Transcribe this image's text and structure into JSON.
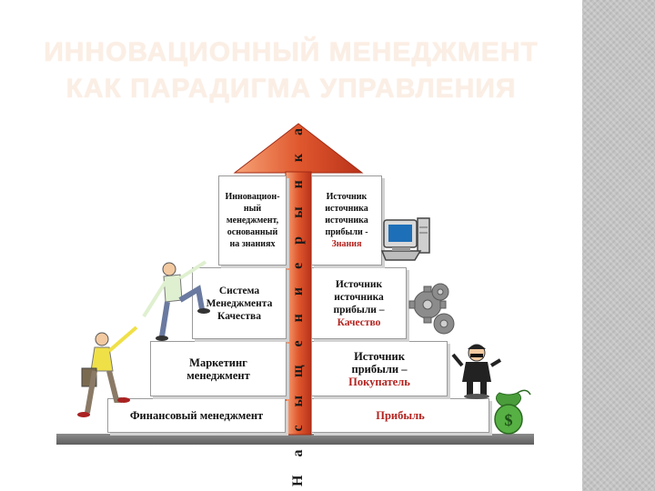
{
  "title": {
    "line1": "ИННОВАЦИОННЫЙ МЕНЕДЖМЕНТ",
    "line2": "КАК ПАРАДИГМА УПРАВЛЕНИЯ"
  },
  "arrow_label": "Н а с ы щ е н и е   р ы н к а",
  "levels": [
    {
      "left": [
        "Финансовый менеджмент"
      ],
      "right": [],
      "right_highlight": "Прибыль"
    },
    {
      "left": [
        "Маркетинг",
        "менеджмент"
      ],
      "right": [
        "Источник",
        "прибыли –"
      ],
      "right_highlight": "Покупатель"
    },
    {
      "left": [
        "Система",
        "Менеджмента",
        "Качества"
      ],
      "right": [
        "Источник",
        "источника",
        "прибыли –"
      ],
      "right_highlight": "Качество"
    },
    {
      "left": [
        "Инновацион-",
        "ный",
        "менеджмент,",
        "основанный",
        "на знаниях"
      ],
      "right": [
        "Источник",
        "источника",
        "источника",
        "прибыли -"
      ],
      "right_highlight": "Знания"
    }
  ],
  "colors": {
    "arrow_light": "#f59a6b",
    "arrow_dark": "#c63a1d",
    "highlight_text": "#b3231f",
    "title_text": "#fbeee4",
    "side_panel": "#c4c4c4"
  },
  "icons": [
    "computer-icon",
    "gears-icon",
    "businessman-icon",
    "money-bag-icon",
    "climbing-people-icon"
  ]
}
